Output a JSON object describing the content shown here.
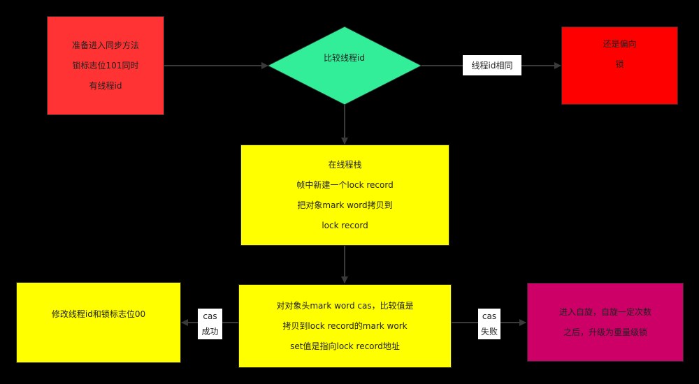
{
  "nodes": {
    "start": {
      "lines": [
        "准备进入同步方法",
        "锁标志位101同时",
        "有线程id"
      ],
      "color": "#ff3333"
    },
    "compare": {
      "text": "比较线程id",
      "color": "#33ee99"
    },
    "biased": {
      "lines": [
        "还是偏向",
        "锁"
      ],
      "color": "#ff0000"
    },
    "stack": {
      "lines": [
        "在线程栈",
        "帧中新建一个lock record",
        "把对象mark word拷贝到",
        "lock record"
      ],
      "color": "#ffff00"
    },
    "cas": {
      "lines": [
        "对对象头mark word cas，比较值是",
        "拷贝到lock record的mark work",
        "set值是指向lock record地址"
      ],
      "color": "#ffff00"
    },
    "success": {
      "lines": [
        "修改线程id和锁标志位00"
      ],
      "color": "#ffff00"
    },
    "fail": {
      "lines": [
        "进入自旋，自旋一定次数",
        "之后，升级为重量级锁"
      ],
      "color": "#cc0066"
    }
  },
  "edges": {
    "same_id_label": "线程id相同",
    "cas_success_label": [
      "cas",
      "成功"
    ],
    "cas_fail_label": [
      "cas",
      "失败"
    ]
  },
  "colors": {
    "background": "#000000",
    "edge": "#3a3a3a",
    "label_bg": "#ffffff"
  }
}
